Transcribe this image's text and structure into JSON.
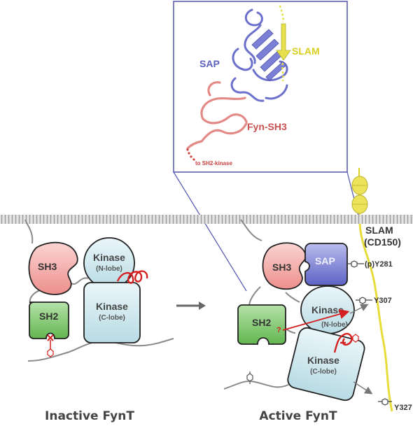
{
  "inset": {
    "sap": "SAP",
    "slam": "SLAM",
    "fyn_sh3": "Fyn-SH3",
    "linker_note": "to SH2-kinase"
  },
  "inactive": {
    "sh3": "SH3",
    "sh2": "SH2",
    "kinase_n": "Kinase",
    "kinase_n_sub": "(N-lobe)",
    "kinase_c": "Kinase",
    "kinase_c_sub": "(C-lobe)",
    "caption": "Inactive FynT"
  },
  "active": {
    "sh3": "SH3",
    "sap": "SAP",
    "sh2": "SH2",
    "kinase_n": "Kinase",
    "kinase_n_sub": "(N-lobe)",
    "kinase_c": "Kinase",
    "kinase_c_sub": "(C-lobe)",
    "question": "?",
    "caption": "Active FynT"
  },
  "slam_receptor": {
    "name": "SLAM",
    "alias": "(CD150)",
    "y281": "(p)Y281",
    "y307": "Y307",
    "y327": "Y327"
  },
  "colors": {
    "sh3": "#f2a5a3",
    "sh2": "#7fc66e",
    "kinase": "#cfe8ee",
    "sap": "#8a8fd6",
    "slam": "#e6e04a",
    "membrane": "#b5b5b5",
    "frame": "#5c5fb3",
    "red": "#d42020"
  }
}
